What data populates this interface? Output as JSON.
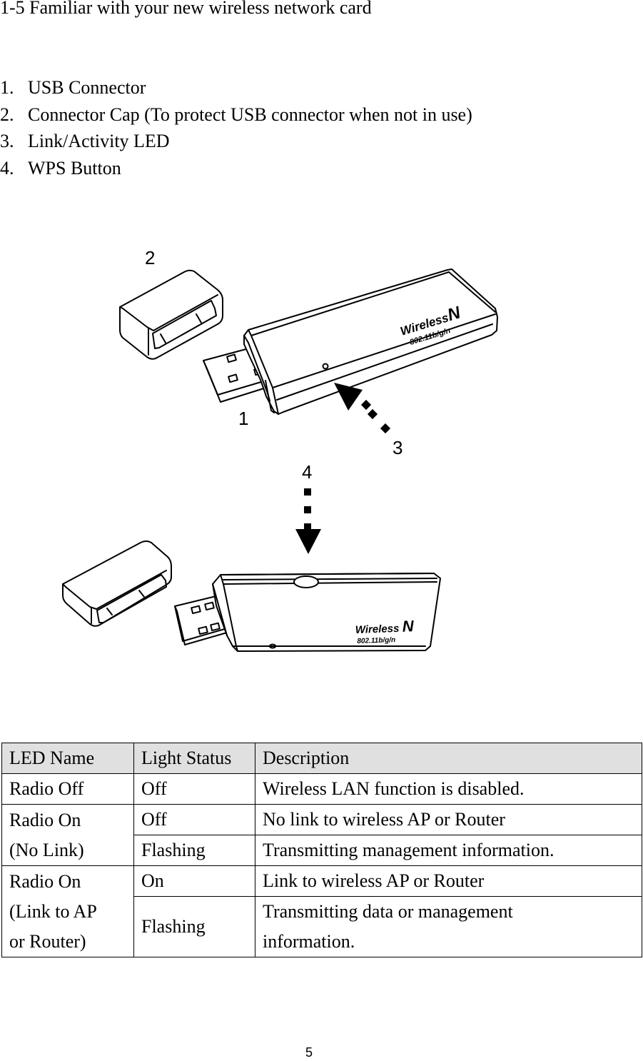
{
  "heading": "1-5 Familiar with your new wireless network card",
  "parts": [
    {
      "num": "1.",
      "label": "USB Connector"
    },
    {
      "num": "2.",
      "label": "Connector Cap (To protect USB connector when not in use)"
    },
    {
      "num": "3.",
      "label": "Link/Activity LED"
    },
    {
      "num": "4.",
      "label": "WPS Button"
    }
  ],
  "figure": {
    "callouts": {
      "c1": "1",
      "c2": "2",
      "c3": "3",
      "c4": "4"
    },
    "brand": "Wireless",
    "brand_mark": "N",
    "standard": "802.11b/g/n"
  },
  "table": {
    "headers": [
      "LED Name",
      "Light Status",
      "Description"
    ],
    "rows": {
      "r1": {
        "name": "Radio Off",
        "status": "Off",
        "desc": "Wireless LAN function is disabled."
      },
      "r2": {
        "name_line1": "Radio On",
        "name_line2": "(No Link)",
        "status": "Off",
        "desc": "No link to wireless AP or Router"
      },
      "r3": {
        "status": "Flashing",
        "desc": "Transmitting management information."
      },
      "r4": {
        "name_line1": "Radio On",
        "name_line2": "(Link to AP",
        "name_line3": "or Router)",
        "status": "On",
        "desc": "Link to wireless AP or Router"
      },
      "r5": {
        "status": "Flashing",
        "desc_line1": "Transmitting data or management",
        "desc_line2": "information."
      }
    }
  },
  "page_number": "5"
}
